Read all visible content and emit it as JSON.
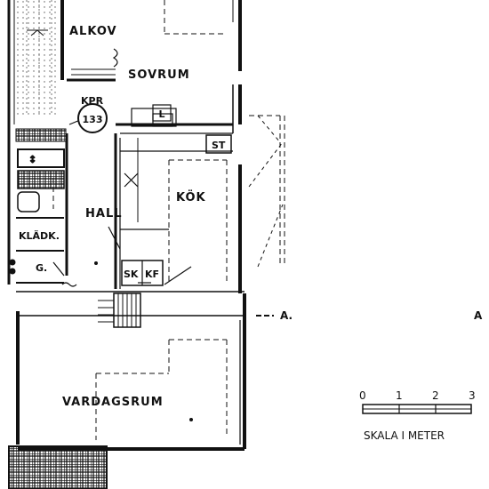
{
  "rooms": {
    "alkov": "ALKOV",
    "sovrum": "SOVRUM",
    "kpr": "KPR",
    "hall": "HALL",
    "kok": "KÖK",
    "kladk": "KLÄDK.",
    "g": "G.",
    "vardagsrum": "VARDAGSRUM"
  },
  "fixtures": {
    "unit_number": "133",
    "st": "ST",
    "sk": "SK",
    "kf": "KF",
    "l": "L"
  },
  "section_markers": {
    "a_left": "A.",
    "a_right": "A"
  },
  "scale": {
    "label": "SKALA I METER",
    "ticks": [
      "0",
      "1",
      "2",
      "3"
    ]
  },
  "colors": {
    "ink": "#111111",
    "paper": "#ffffff"
  }
}
